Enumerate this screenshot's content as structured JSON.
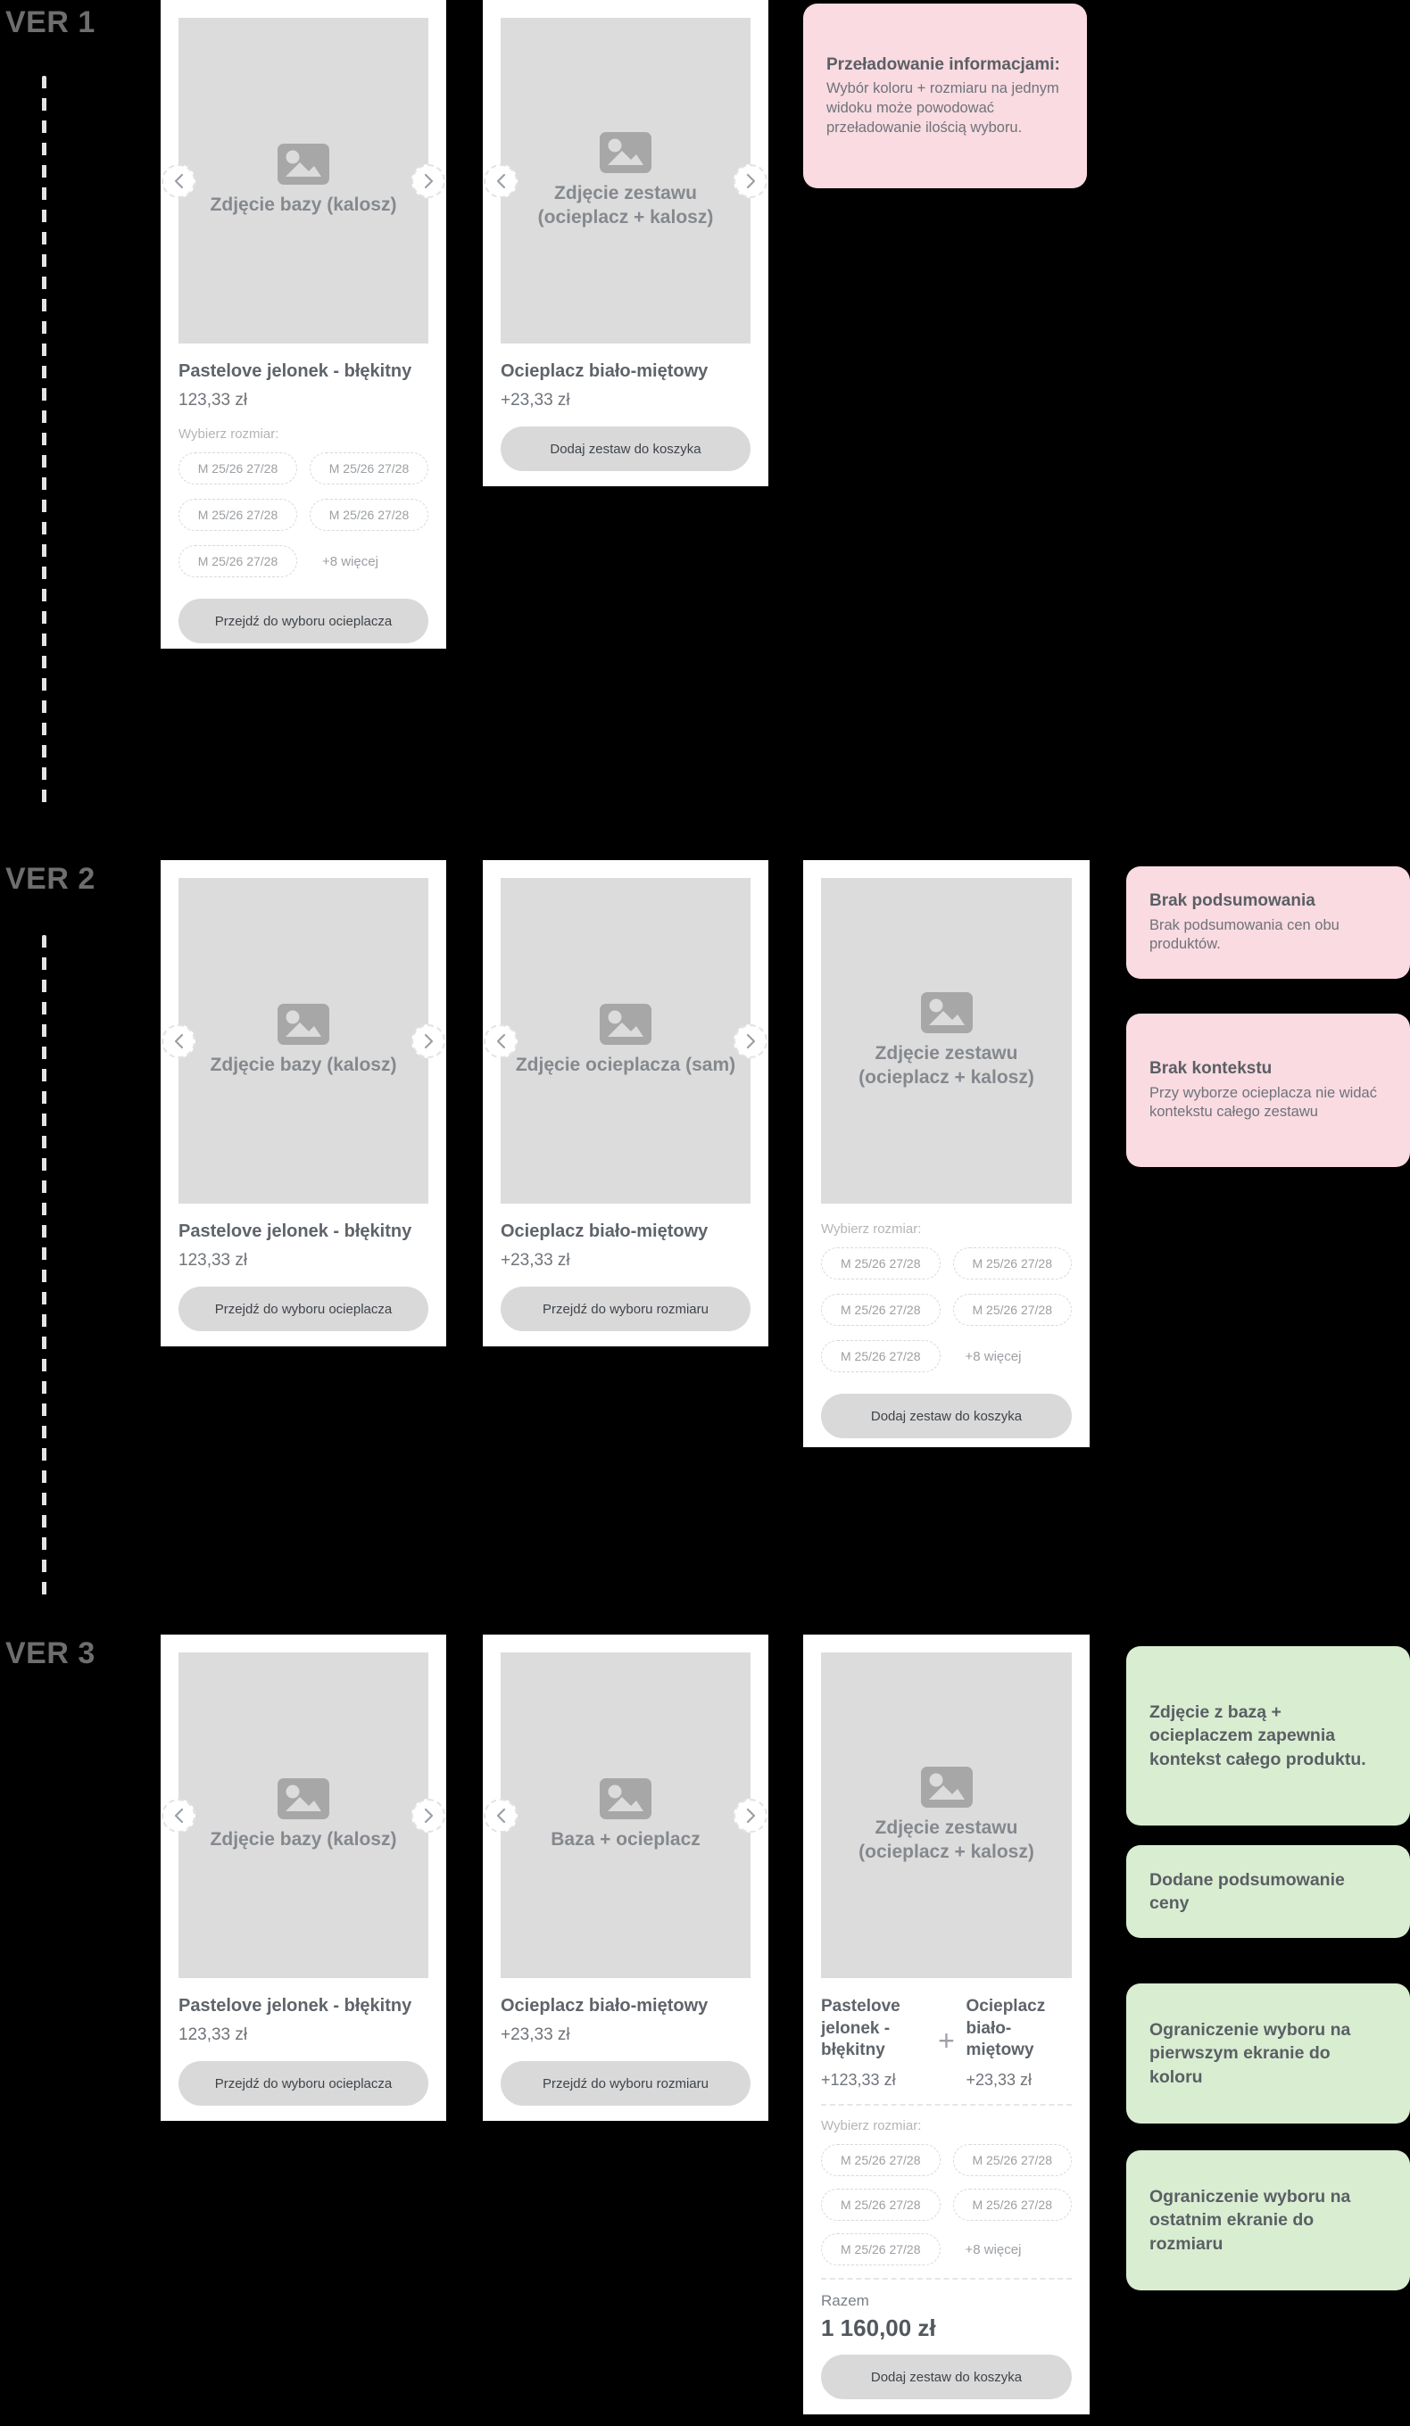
{
  "colors": {
    "background": "#000000",
    "card_bg": "#ffffff",
    "placeholder_bg": "#dcdcdc",
    "note_negative_pink": "#f9dbe1",
    "note_positive_green": "#d9edd1",
    "button_bg": "#d9d9d9"
  },
  "ver1": {
    "label": "VER 1",
    "base_card": {
      "image_label": "Zdjęcie bazy (kalosz)",
      "title": "Pastelove jelonek - błękitny",
      "price": "123,33 zł",
      "sizes": {
        "label": "Wybierz rozmiar:",
        "options": [
          "M 25/26 27/28",
          "M 25/26 27/28",
          "M 25/26 27/28",
          "M 25/26 27/28",
          "M 25/26 27/28"
        ],
        "more": "+8 więcej"
      },
      "button": "Przejdź do wyboru ocieplacza"
    },
    "set_card": {
      "image_label_line1": "Zdjęcie zestawu",
      "image_label_line2": "(ocieplacz + kalosz)",
      "title": "Ocieplacz biało-miętowy",
      "price": "+23,33 zł",
      "button": "Dodaj zestaw do koszyka"
    },
    "note": {
      "title": "Przeładowanie informacjami:",
      "body": "Wybór koloru + rozmiaru na jednym widoku może powodować przeładowanie ilością wyboru."
    }
  },
  "ver2": {
    "label": "VER 2",
    "base_card": {
      "image_label": "Zdjęcie bazy (kalosz)",
      "title": "Pastelove jelonek - błękitny",
      "price": "123,33 zł",
      "button": "Przejdź do wyboru ocieplacza"
    },
    "warmer_card": {
      "image_label": "Zdjęcie ocieplacza (sam)",
      "title": "Ocieplacz biało-miętowy",
      "price": "+23,33 zł",
      "button": "Przejdź do wyboru rozmiaru"
    },
    "set_card": {
      "image_label_line1": "Zdjęcie zestawu",
      "image_label_line2": "(ocieplacz + kalosz)",
      "sizes": {
        "label": "Wybierz rozmiar:",
        "options": [
          "M 25/26 27/28",
          "M 25/26 27/28",
          "M 25/26 27/28",
          "M 25/26 27/28",
          "M 25/26 27/28"
        ],
        "more": "+8 więcej"
      },
      "button": "Dodaj zestaw do koszyka"
    },
    "notes": [
      {
        "title": "Brak podsumowania",
        "body": "Brak podsumowania cen obu produktów."
      },
      {
        "title": "Brak kontekstu",
        "body": "Przy wyborze ocieplacza nie widać kontekstu całego zestawu"
      }
    ]
  },
  "ver3": {
    "label": "VER 3",
    "base_card": {
      "image_label": "Zdjęcie bazy (kalosz)",
      "title": "Pastelove jelonek - błękitny",
      "price": "123,33 zł",
      "button": "Przejdź do wyboru ocieplacza"
    },
    "warmer_card": {
      "image_label": "Baza + ocieplacz",
      "title": "Ocieplacz biało-miętowy",
      "price": "+23,33 zł",
      "button": "Przejdź do wyboru rozmiaru"
    },
    "set_card": {
      "image_label_line1": "Zdjęcie zestawu",
      "image_label_line2": "(ocieplacz + kalosz)",
      "product_a": {
        "name": "Pastelove jelonek - błękitny",
        "price": "+123,33 zł"
      },
      "plus": "+",
      "product_b": {
        "name": "Ocieplacz biało-miętowy",
        "price": "+23,33 zł"
      },
      "sizes": {
        "label": "Wybierz rozmiar:",
        "options": [
          "M 25/26 27/28",
          "M 25/26 27/28",
          "M 25/26 27/28",
          "M 25/26 27/28",
          "M 25/26 27/28"
        ],
        "more": "+8 więcej"
      },
      "total_label": "Razem",
      "total_value": "1 160,00 zł",
      "button": "Dodaj zestaw do koszyka"
    },
    "notes": [
      {
        "text": "Zdjęcie z bazą + ocieplaczem zapewnia kontekst całego produktu."
      },
      {
        "text": "Dodane podsumowanie ceny"
      },
      {
        "text": "Ograniczenie wyboru na pierwszym ekranie do koloru"
      },
      {
        "text": "Ograniczenie wyboru na ostatnim ekranie do rozmiaru"
      }
    ]
  }
}
